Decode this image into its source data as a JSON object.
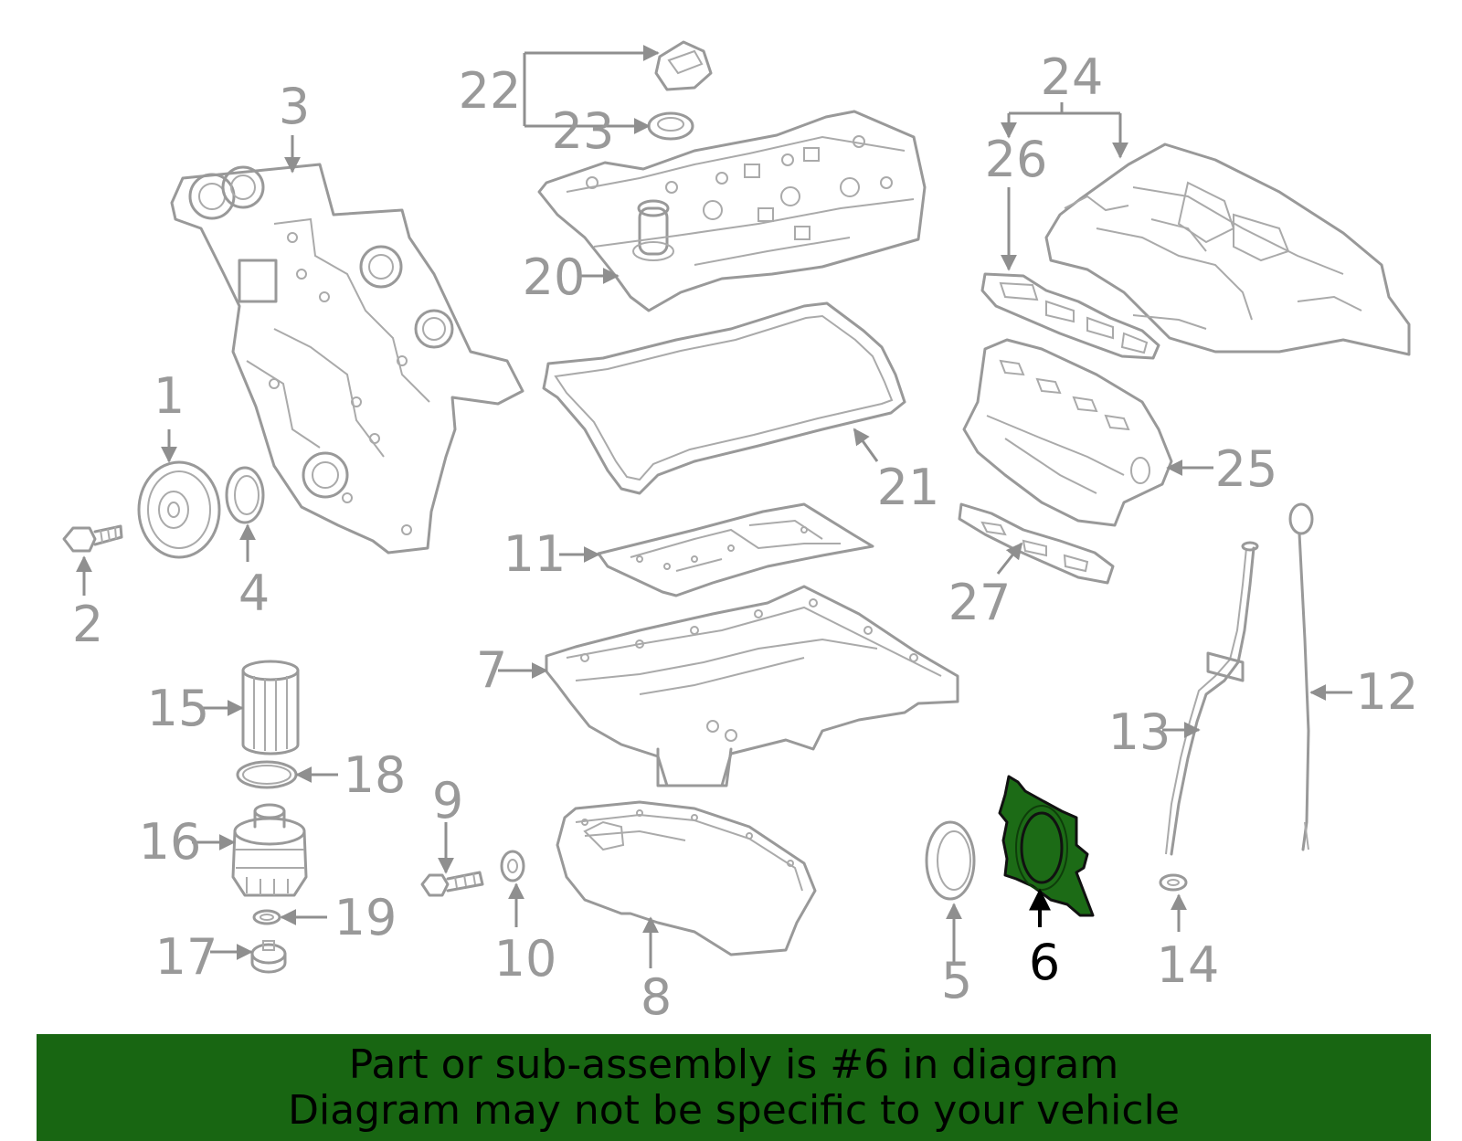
{
  "callouts": [
    "1",
    "2",
    "3",
    "4",
    "5",
    "6",
    "7",
    "8",
    "9",
    "10",
    "11",
    "12",
    "13",
    "14",
    "15",
    "16",
    "17",
    "18",
    "19",
    "20",
    "21",
    "22",
    "23",
    "24",
    "25",
    "26",
    "27"
  ],
  "highlighted": "6",
  "colors": {
    "banner": "#186612",
    "highlight_fill": "#1c6b16",
    "line_art": "#999999",
    "highlight_text": "#000000"
  },
  "banner": {
    "line1": "Part or sub-assembly is #6 in diagram",
    "line2": "Diagram may not be specific to your vehicle"
  }
}
